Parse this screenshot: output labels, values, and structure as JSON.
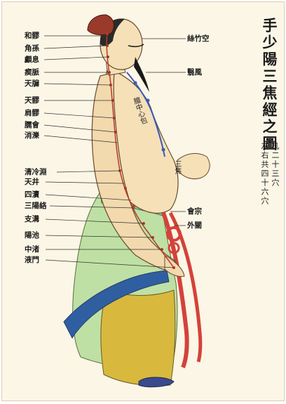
{
  "title": "手少陽三焦經之圖",
  "notes": [
    "凡二十三穴",
    "左右共四十六穴"
  ],
  "points_left": [
    "和髎",
    "角孫",
    "顱息",
    "瘈脈",
    "天牖",
    "天髎",
    "肩髎",
    "臑會",
    "消濼",
    "清冷淵",
    "天井",
    "四瀆",
    "三陽絡",
    "支溝",
    "陽池",
    "中渚",
    "液門"
  ],
  "points_right": [
    "絲竹空",
    "翳風",
    "會宗",
    "外關"
  ],
  "body_labels": {
    "chest": "膻中心包",
    "abdomen": "三焦"
  },
  "colors": {
    "background": "#fbf6e6",
    "skin": "#f5e0b8",
    "meridian": "#b53a2a",
    "robe_green": "#bfe0a4",
    "robe_gold": "#d8b93e",
    "sash_red": "#d4423a",
    "point_blue": "#3a5ab8"
  }
}
